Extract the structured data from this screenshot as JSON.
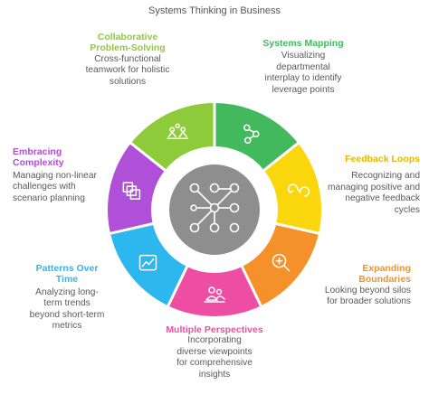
{
  "title": "Systems Thinking in Business",
  "center_icon": "network-graph-icon",
  "segments": [
    {
      "id": "systems-mapping",
      "title": "Systems Mapping",
      "description": "Visualizing departmental interplay to identify leverage points",
      "color": "#43b95d",
      "icon": "flow-nodes-icon"
    },
    {
      "id": "feedback-loops",
      "title": "Feedback Loops",
      "description": "Recognizing and managing positive and negative feedback cycles",
      "color": "#f9d70c",
      "icon": "loop-arrows-icon"
    },
    {
      "id": "expanding-boundaries",
      "title": "Expanding Boundaries",
      "description": "Looking beyond silos for broader solutions",
      "color": "#f5912a",
      "icon": "zoom-plus-icon"
    },
    {
      "id": "multiple-perspectives",
      "title": "Multiple Perspectives",
      "description": "Incorporating diverse viewpoints for comprehensive insights",
      "color": "#ee4da4",
      "icon": "people-icon"
    },
    {
      "id": "patterns-over-time",
      "title": "Patterns Over Time",
      "description": "Analyzing long-term trends beyond short-term metrics",
      "color": "#2cb8ee",
      "icon": "trend-chart-icon"
    },
    {
      "id": "embracing-complexity",
      "title": "Embracing Complexity",
      "description": "Managing non-linear challenges with scenario planning",
      "color": "#b04fd8",
      "icon": "stacked-layers-icon"
    },
    {
      "id": "collaborative-problem-solving",
      "title": "Collaborative Problem-Solving",
      "description": "Cross-functional teamwork for holistic solutions",
      "color": "#8ecb3a",
      "icon": "team-icon"
    }
  ]
}
